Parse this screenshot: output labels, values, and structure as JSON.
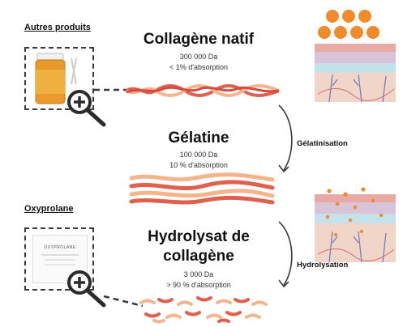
{
  "left_labels": {
    "other_products": "Autres produits",
    "oxyprolane": "Oxyprolane"
  },
  "stages": [
    {
      "title": "Collagène natif",
      "weight": "300 000 Da",
      "absorption": "< 1% d'absorption"
    },
    {
      "title": "Gélatine",
      "weight": "100 000 Da",
      "absorption": "10 % d'absorption"
    },
    {
      "title_line1": "Hydrolysat de",
      "title_line2": "collagène",
      "weight": "3 000 Da",
      "absorption": "> 90 % d'absorption"
    }
  ],
  "processes": {
    "gelatinisation": "Gélatinisation",
    "hydrolysation": "Hydrolysation"
  },
  "certificate_text": "OXYPROLANE",
  "colors": {
    "fiber_red": "#e0604f",
    "fiber_peach": "#f4b58c",
    "molecule_orange": "#f08a2a",
    "box_border": "#3a3a3a",
    "jar_orange": "#e89a2a"
  }
}
